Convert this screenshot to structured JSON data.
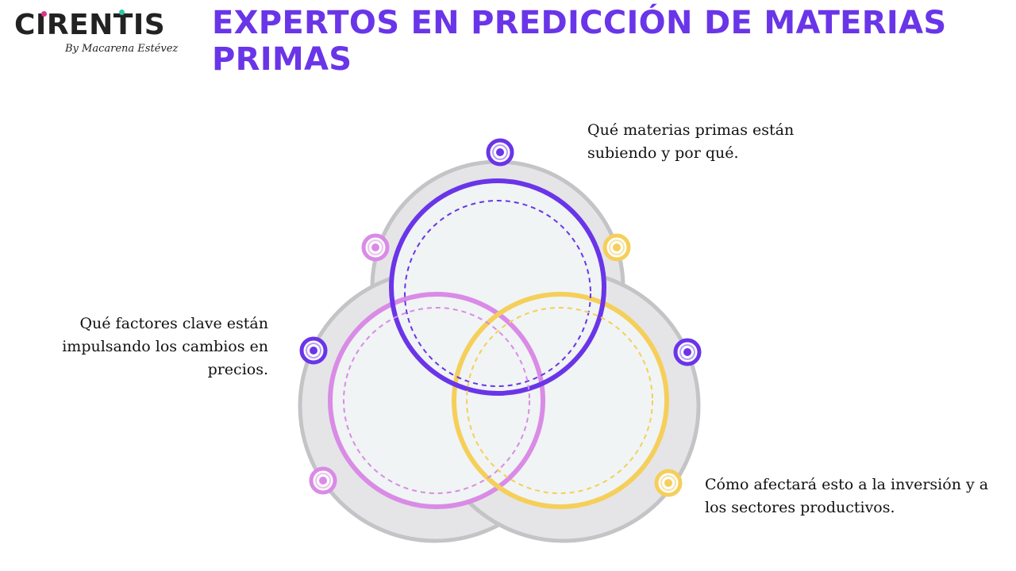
{
  "logo": {
    "wordmark": "CIRENTIS",
    "byline": "By Macarena Estévez",
    "accent_pink": "#e0338a",
    "accent_green": "#2fc7a5"
  },
  "title": "EXPERTOS EN PREDICCIÓN DE MATERIAS PRIMAS",
  "diagram": {
    "colors": {
      "purple": "#6a35e8",
      "pink": "#d98be6",
      "yellow": "#f5cf5a",
      "base_fill": "#e4e4e6",
      "circle_fill": "#f0f4f4"
    },
    "items": [
      {
        "id": "top",
        "color_key": "purple",
        "text": "Qué materias primas están subiendo y por qué."
      },
      {
        "id": "left",
        "color_key": "pink",
        "text": "Qué factores clave están impulsando los cambios en precios."
      },
      {
        "id": "bottom",
        "color_key": "yellow",
        "text": "Cómo afectará esto a la inversión y a los sectores productivos."
      }
    ]
  }
}
